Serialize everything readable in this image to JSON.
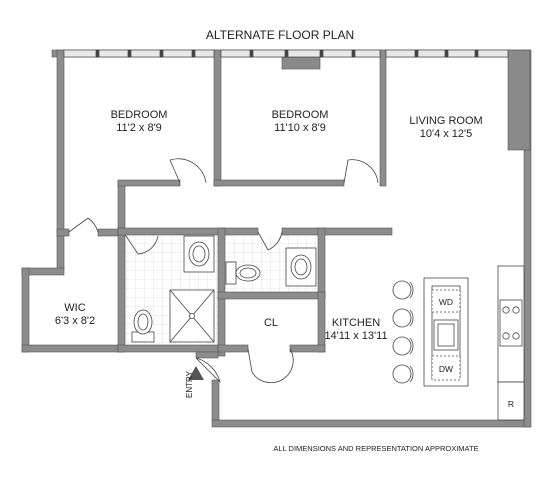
{
  "title": "ALTERNATE FLOOR PLAN",
  "disclaimer": "ALL DIMENSIONS AND REPRESENTATION APPROXIMATE",
  "rooms": {
    "bedroom1": {
      "name": "BEDROOM",
      "dims": "11'2 x 8'9"
    },
    "bedroom2": {
      "name": "BEDROOM",
      "dims": "11'10 x 8'9"
    },
    "living": {
      "name": "LIVING ROOM",
      "dims": "10'4 x 12'5"
    },
    "wic": {
      "name": "WIC",
      "dims": "6'3 x 8'2"
    },
    "closet": {
      "name": "CL"
    },
    "kitchen": {
      "name": "KITCHEN",
      "dims": "14'11 x 13'11"
    }
  },
  "appliances": {
    "washer_dryer": "WD",
    "dishwasher": "DW",
    "refrigerator": "R"
  },
  "entry_label": "ENTRY",
  "colors": {
    "wall": "#8c8c8c",
    "wall_stroke": "#555555",
    "column": "#8a8a8a",
    "tile": "#d0d0d0",
    "text": "#222222"
  }
}
